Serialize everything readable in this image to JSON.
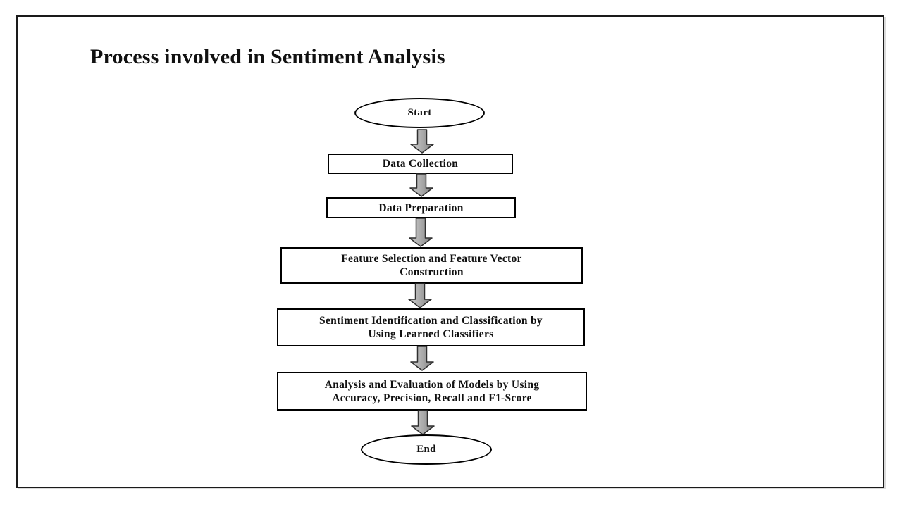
{
  "page": {
    "title": "Process involved in Sentiment Analysis"
  },
  "colors": {
    "background": "#ffffff",
    "frame_border": "#1a1a1a",
    "node_border": "#000000",
    "node_fill": "#ffffff",
    "text": "#111111",
    "arrow_fill_light": "#d0d0d0",
    "arrow_fill_mid": "#ababab",
    "arrow_fill_dark": "#7f7f7f",
    "arrow_outline": "#2f2f2f"
  },
  "flowchart": {
    "nodes": [
      {
        "id": "start",
        "shape": "ellipse",
        "lines": [
          "Start"
        ]
      },
      {
        "id": "data-collection",
        "shape": "process",
        "lines": [
          "Data Collection"
        ]
      },
      {
        "id": "data-preparation",
        "shape": "process",
        "lines": [
          "Data Preparation"
        ]
      },
      {
        "id": "feature-selection",
        "shape": "process",
        "lines": [
          "Feature Selection and Feature Vector",
          "Construction"
        ]
      },
      {
        "id": "sentiment-classification",
        "shape": "process",
        "lines": [
          "Sentiment Identification and Classification by",
          "Using Learned Classifiers"
        ]
      },
      {
        "id": "analysis-evaluation",
        "shape": "process",
        "lines": [
          "Analysis and Evaluation of Models by Using",
          "Accuracy, Precision, Recall and F1-Score"
        ]
      },
      {
        "id": "end",
        "shape": "ellipse",
        "lines": [
          "End"
        ]
      }
    ]
  }
}
